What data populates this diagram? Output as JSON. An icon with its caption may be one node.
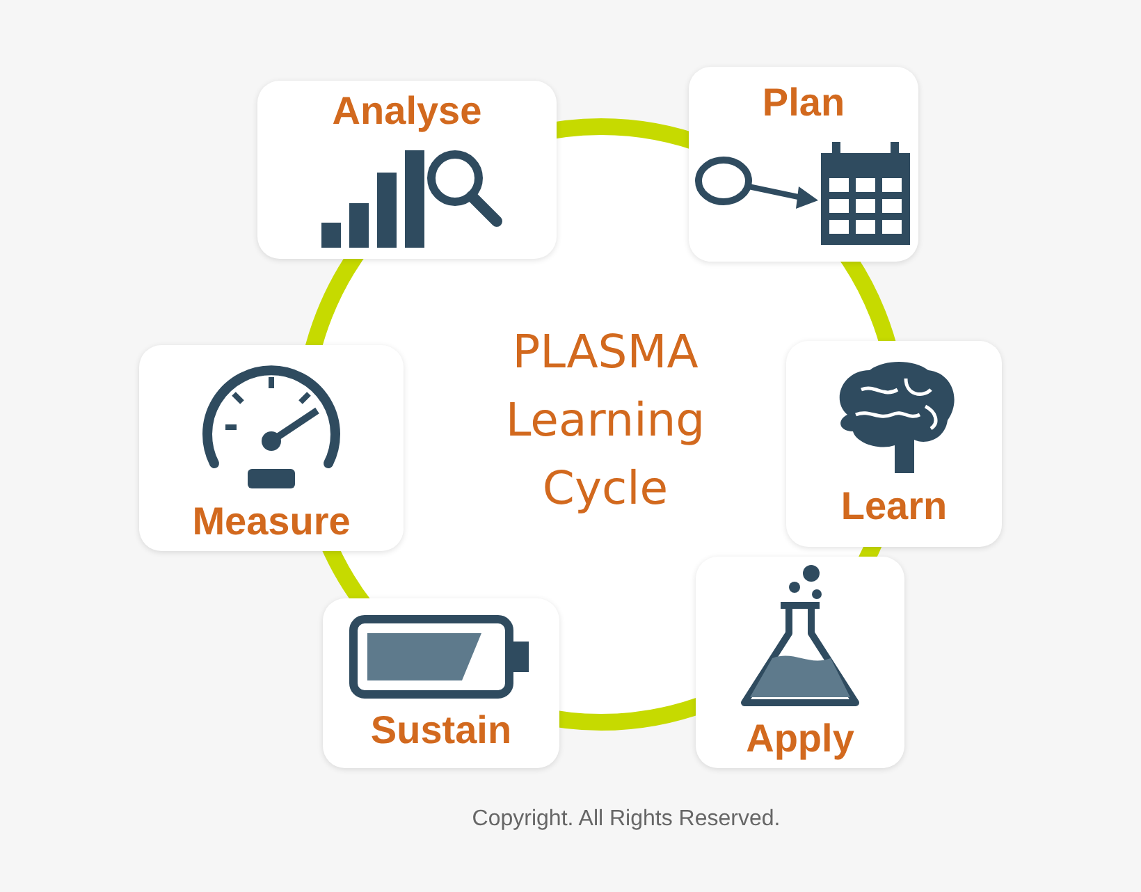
{
  "diagram": {
    "title": "PLASMA Learning Cycle",
    "caption": "Copyright. All Rights Reserved.",
    "nodes": [
      {
        "text": [
          "Analyse"
        ]
      },
      {
        "text": [
          "Plan"
        ]
      },
      {
        "text": [
          "Learn"
        ]
      },
      {
        "text": [
          "Apply"
        ]
      },
      {
        "text": [
          "Sustain"
        ]
      },
      {
        "text": [
          "Measure"
        ]
      }
    ],
    "edges": []
  }
}
